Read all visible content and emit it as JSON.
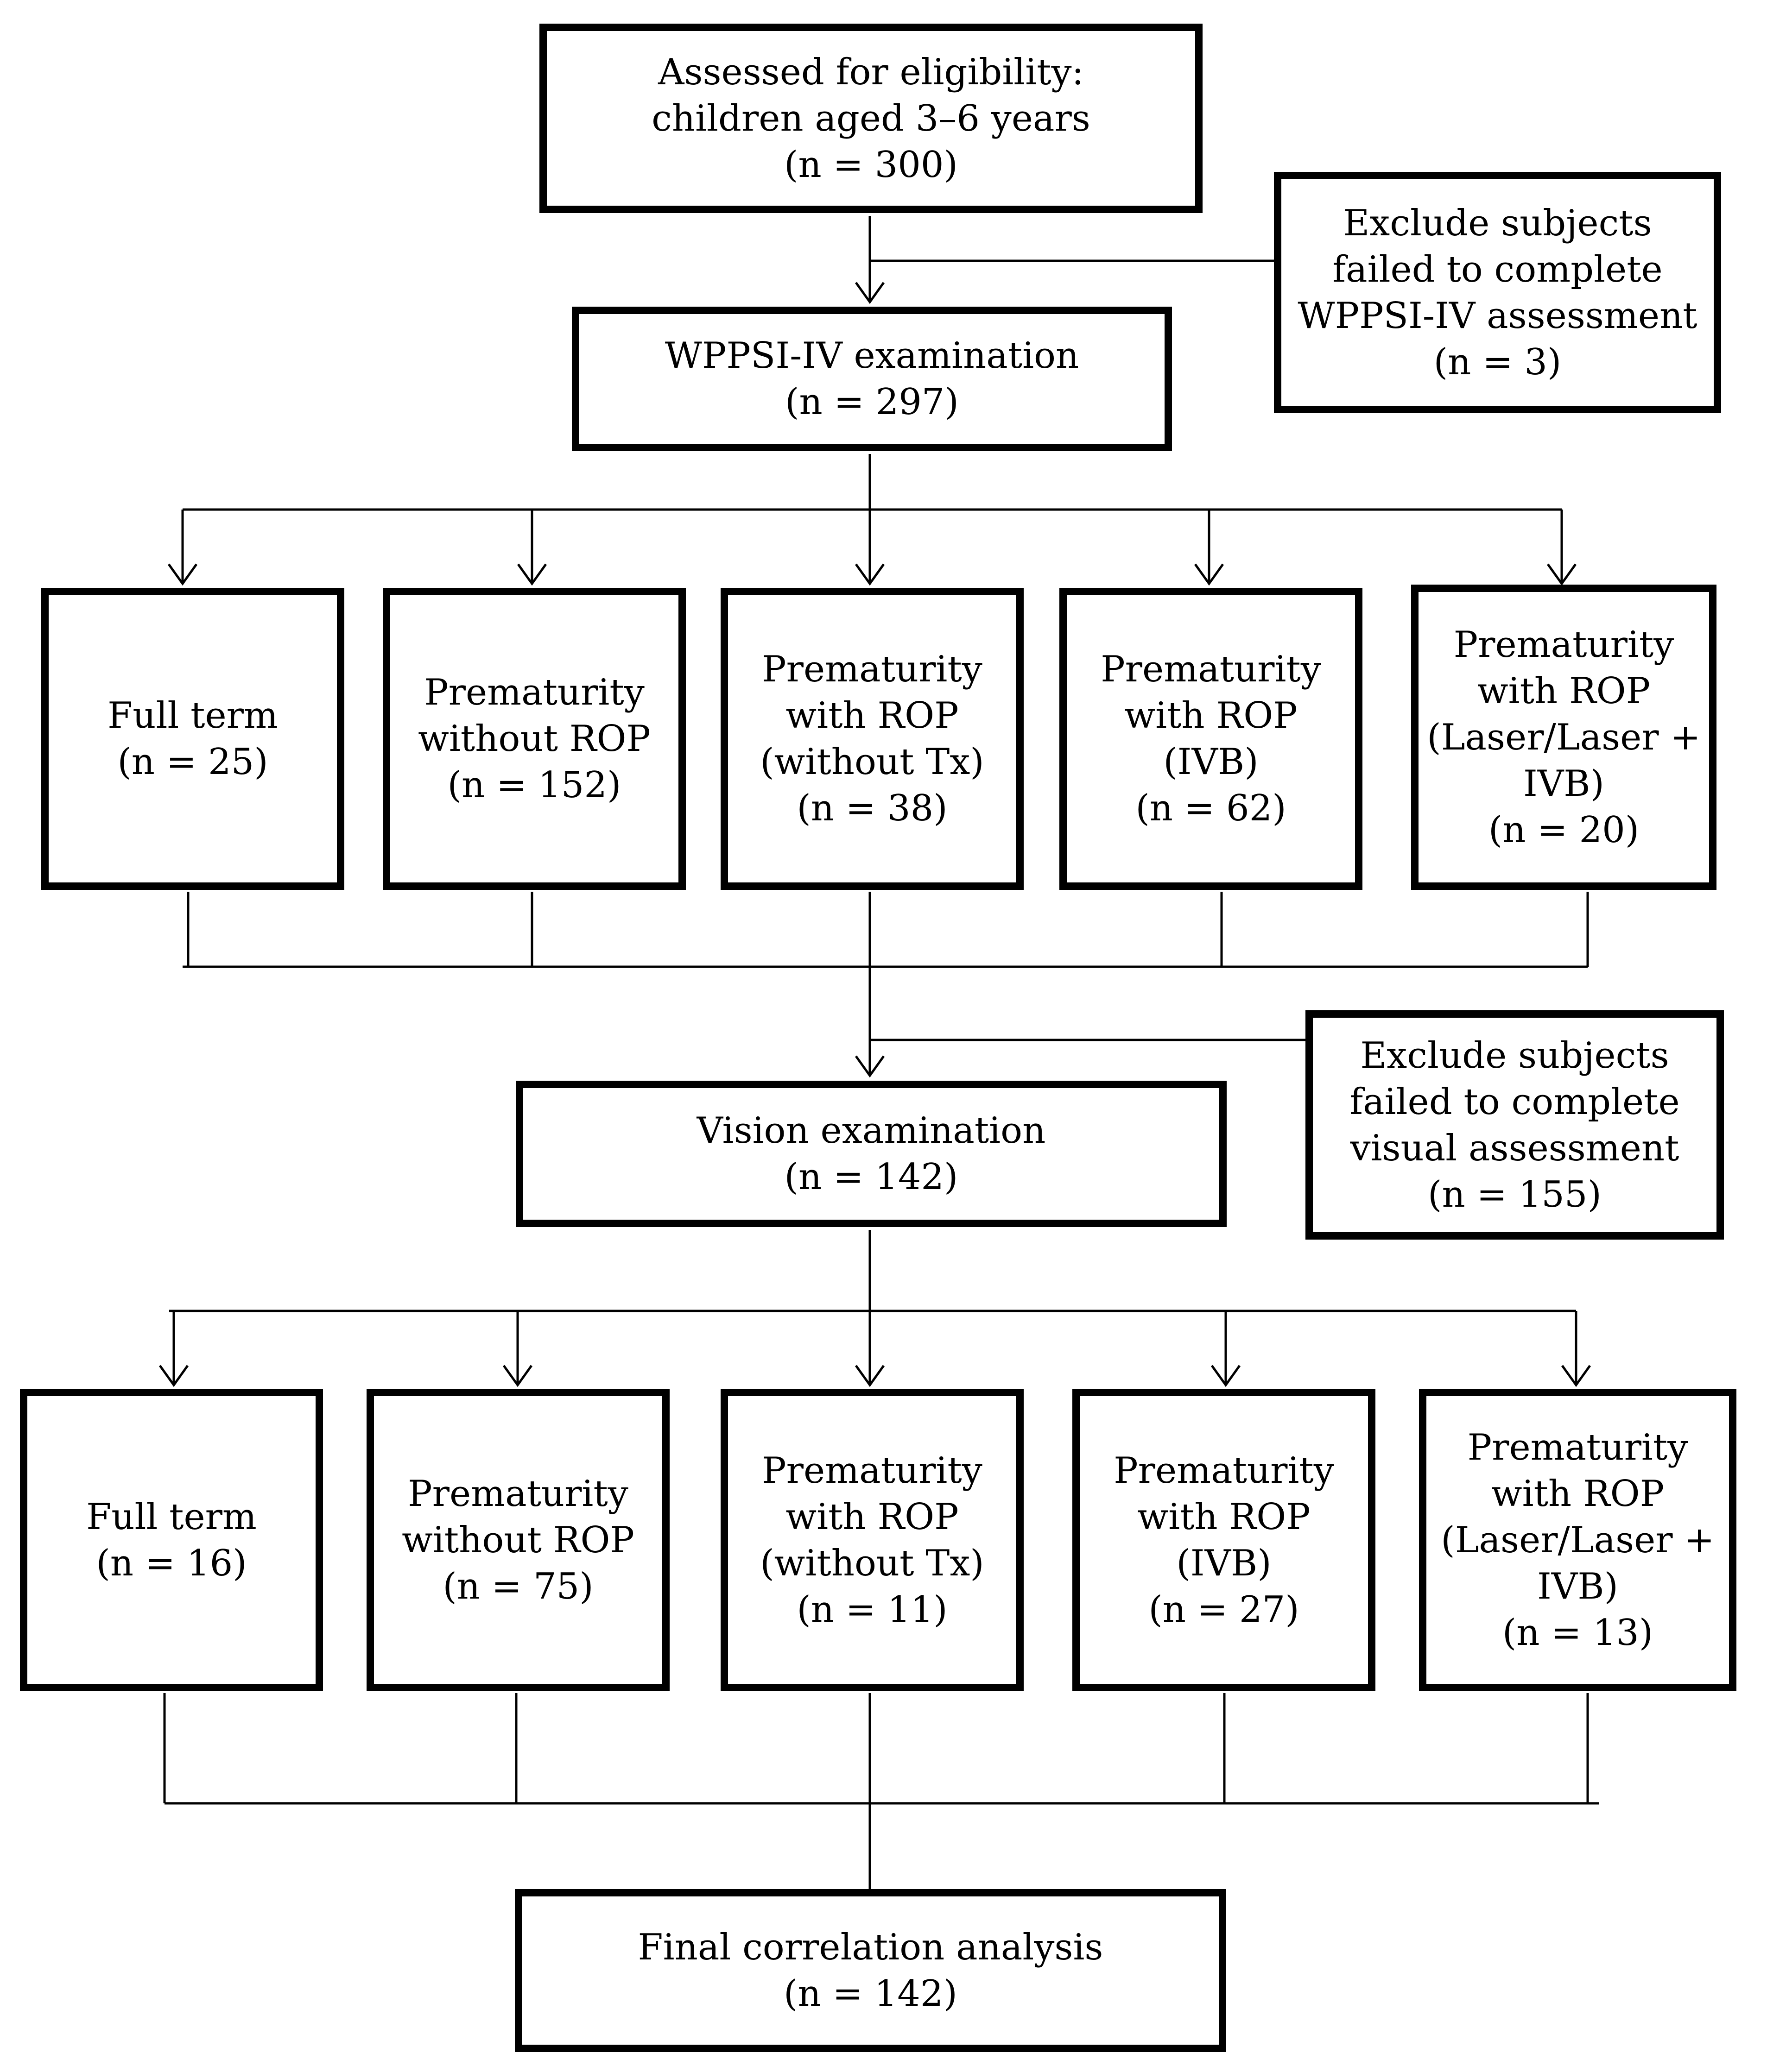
{
  "start": {
    "lines": [
      "Assessed for eligibility:",
      "children aged 3–6 years",
      "(n = 300)"
    ]
  },
  "exclusion1": {
    "lines": [
      "Exclude subjects",
      "failed to complete",
      "WPPSI-IV assessment",
      "(n = 3)"
    ]
  },
  "wppsi": {
    "lines": [
      "WPPSI-IV examination",
      "(n = 297)"
    ]
  },
  "group1": [
    {
      "lines": [
        "Full term",
        "(n = 25)"
      ]
    },
    {
      "lines": [
        "Prematurity",
        "without ROP",
        "(n = 152)"
      ]
    },
    {
      "lines": [
        "Prematurity",
        "with ROP",
        "(without Tx)",
        "(n = 38)"
      ]
    },
    {
      "lines": [
        "Prematurity",
        "with ROP",
        "(IVB)",
        "(n = 62)"
      ]
    },
    {
      "lines": [
        "Prematurity",
        "with ROP",
        "(Laser/Laser +",
        "IVB)",
        "(n = 20)"
      ]
    }
  ],
  "exclusion2": {
    "lines": [
      "Exclude subjects",
      "failed to complete",
      "visual assessment",
      "(n = 155)"
    ]
  },
  "vision": {
    "lines": [
      "Vision examination",
      "(n = 142)"
    ]
  },
  "group2": [
    {
      "lines": [
        "Full term",
        "(n = 16)"
      ]
    },
    {
      "lines": [
        "Prematurity",
        "without ROP",
        "(n = 75)"
      ]
    },
    {
      "lines": [
        "Prematurity",
        "with ROP",
        "(without Tx)",
        "(n = 11)"
      ]
    },
    {
      "lines": [
        "Prematurity",
        "with ROP",
        "(IVB)",
        "(n = 27)"
      ]
    },
    {
      "lines": [
        "Prematurity",
        "with ROP",
        "(Laser/Laser +",
        "IVB)",
        "(n = 13)"
      ]
    }
  ],
  "final": {
    "lines": [
      "Final correlation analysis",
      "(n = 142)"
    ]
  }
}
